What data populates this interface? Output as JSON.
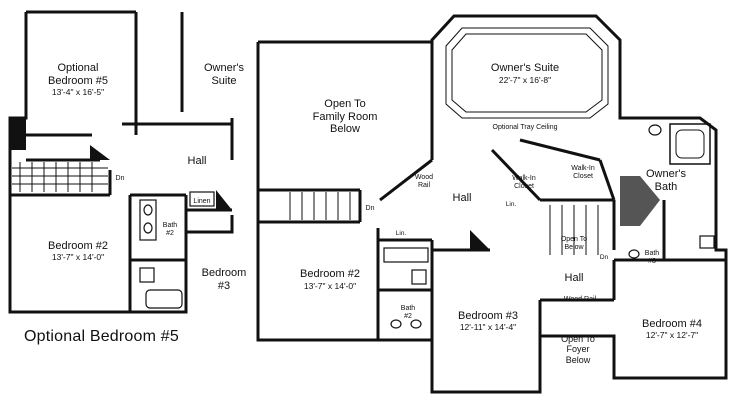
{
  "left_plan": {
    "optional_bedroom5": {
      "name": "Optional\nBedroom #5",
      "dims": "13'-4\" x 16'-5\""
    },
    "owners_suite": "Owner's\nSuite",
    "hall": "Hall",
    "dn": "Dn",
    "linen": "Linen",
    "bath2": "Bath\n#2",
    "bedroom2": {
      "name": "Bedroom #2",
      "dims": "13'-7\" x 14'-0\""
    },
    "bedroom3": "Bedroom\n#3",
    "caption": "Optional Bedroom #5"
  },
  "right_plan": {
    "open_family": "Open To\nFamily Room\nBelow",
    "owners_suite": {
      "name": "Owner's Suite",
      "dims": "22'-7\" x 16'-8\""
    },
    "tray": "Optional Tray Ceiling",
    "wood_rail": "Wood\nRail",
    "dn": "Dn",
    "hall": "Hall",
    "wic1": "Walk-In\nCloset",
    "wic2": "Walk-In\nCloset",
    "owners_bath": "Owner's\nBath",
    "lin1": "Lin.",
    "lin2": "Lin.",
    "open_below": "Open To\nBelow",
    "dn2": "Dn",
    "bath3": "Bath\n#3",
    "hall2": "Hall",
    "wood_rail2": "Wood Rail",
    "bedroom2": {
      "name": "Bedroom #2",
      "dims": "13'-7\" x 14'-0\""
    },
    "bath2": "Bath\n#2",
    "bedroom3": {
      "name": "Bedroom #3",
      "dims": "12'-11\" x 14'-4\""
    },
    "open_foyer": "Open To\nFoyer\nBelow",
    "bedroom4": {
      "name": "Bedroom #4",
      "dims": "12'-7\" x 12'-7\""
    }
  }
}
